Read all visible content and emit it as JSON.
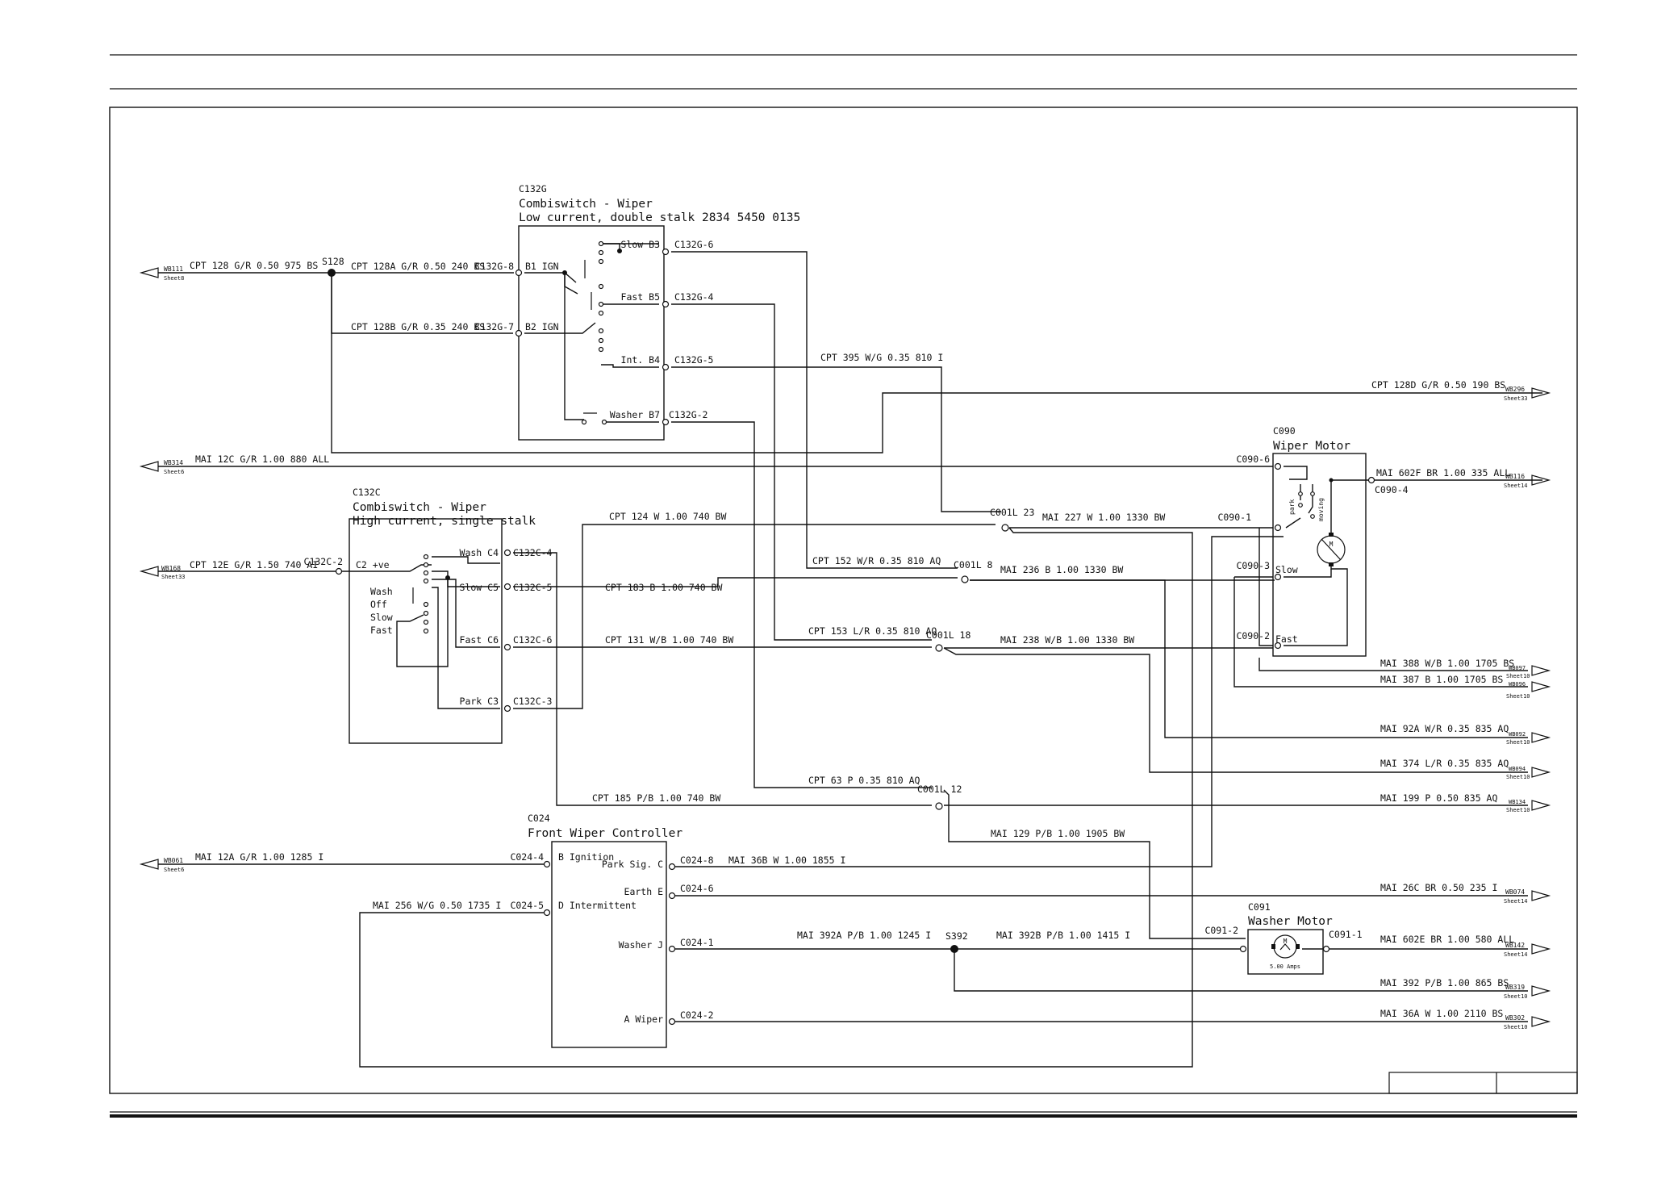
{
  "colors": {
    "ink": "#111111",
    "background": "#ffffff"
  },
  "components": {
    "c132g": {
      "id": "C132G",
      "title": "Combiswitch - Wiper",
      "subtitle": "Low current, double stalk 2834 5450 0135",
      "left_pins": [
        "B1 IGN",
        "B2 IGN"
      ],
      "right_pins": [
        "Slow B3",
        "Fast B5",
        "Int. B4",
        "Washer B7"
      ]
    },
    "c132c": {
      "id": "C132C",
      "title": "Combiswitch - Wiper",
      "subtitle": "High current, single stalk",
      "left_pin": "C2 +ve",
      "right_pins": [
        "Wash C4",
        "Slow C5",
        "Fast C6",
        "Park C3"
      ],
      "positions": [
        "Wash",
        "Off",
        "Slow",
        "Fast"
      ]
    },
    "c024": {
      "id": "C024",
      "title": "Front Wiper Controller",
      "left_pins": [
        "B Ignition",
        "D Intermittent"
      ],
      "right_pins": [
        "Park Sig. C",
        "Earth E",
        "Washer J",
        "A Wiper"
      ]
    },
    "c090": {
      "id": "C090",
      "title": "Wiper Motor",
      "pins": [
        "Slow",
        "Fast"
      ],
      "switches": [
        "park",
        "moving"
      ],
      "motor": "M"
    },
    "c091": {
      "id": "C091",
      "title": "Washer Motor",
      "motor": "M",
      "rating": "5.00 Amps"
    }
  },
  "connectors": {
    "c132g_8": "C132G-8",
    "c132g_7": "C132G-7",
    "c132g_6": "C132G-6",
    "c132g_4": "C132G-4",
    "c132g_5": "C132G-5",
    "c132g_2": "C132G-2",
    "c132c_2": "C132C-2",
    "c132c_4": "C132C-4",
    "c132c_5": "C132C-5",
    "c132c_6": "C132C-6",
    "c132c_3": "C132C-3",
    "c090_6": "C090-6",
    "c090_4": "C090-4",
    "c090_1": "C090-1",
    "c090_3": "C090-3",
    "c090_2": "C090-2",
    "c024_4": "C024-4",
    "c024_5": "C024-5",
    "c024_8": "C024-8",
    "c024_6": "C024-6",
    "c024_1": "C024-1",
    "c024_2": "C024-2",
    "c091_2": "C091-2",
    "c091_1": "C091-1",
    "c001l_23": "C001L 23",
    "c001l_8": "C001L 8",
    "c001l_18": "C001L 18",
    "c001l_12": "C001L 12"
  },
  "splices": {
    "s128": "S128",
    "s392": "S392"
  },
  "wires": {
    "w128": "CPT 128 G/R 0.50 975 BS",
    "w128a": "CPT 128A G/R 0.50 240 BS",
    "w128b": "CPT 128B G/R 0.35 240 BS",
    "w395": "CPT 395 W/G 0.35 810 I",
    "w128d": "CPT 128D G/R 0.50 190 BS",
    "w12c": "MAI 12C G/R 1.00 880 ALL",
    "w602f": "MAI 602F BR 1.00 335 ALL",
    "w124": "CPT 124 W 1.00 740 BW",
    "w227": "MAI 227 W 1.00 1330 BW",
    "w12e": "CPT 12E G/R 1.50 740 AI",
    "w152": "CPT 152 W/R 0.35 810 AQ",
    "w236": "MAI 236 B 1.00 1330 BW",
    "w183": "CPT 183 B 1.00 740 BW",
    "w153": "CPT 153 L/R 0.35 810 AQ",
    "w131": "CPT 131 W/B 1.00 740 BW",
    "w238": "MAI 238 W/B 1.00 1330 BW",
    "w388": "MAI 388 W/B 1.00 1705 BS",
    "w387": "MAI 387 B 1.00 1705 BS",
    "w92a": "MAI 92A W/R 0.35 835 AQ",
    "w374": "MAI 374 L/R 0.35 835 AQ",
    "w63": "CPT 63 P 0.35 810 AQ",
    "w185": "CPT 185 P/B 1.00 740 BW",
    "w199": "MAI 199 P 0.50 835 AQ",
    "w129": "MAI 129 P/B 1.00 1905 BW",
    "w12a": "MAI 12A G/R 1.00 1285 I",
    "w36b": "MAI 36B W 1.00 1855 I",
    "w26c": "MAI 26C BR 0.50 235 I",
    "w256": "MAI 256 W/G 0.50 1735 I",
    "w392a": "MAI 392A P/B 1.00 1245 I",
    "w392b": "MAI 392B P/B 1.00 1415 I",
    "w602e": "MAI 602E BR 1.00 580 ALL",
    "w392": "MAI 392 P/B 1.00 865 BS",
    "w36a": "MAI 36A W 1.00 2110 BS"
  },
  "offsheet": {
    "wb111": {
      "code": "WB111",
      "sheet": "Sheet8"
    },
    "wb314": {
      "code": "WB314",
      "sheet": "Sheet6"
    },
    "wb168": {
      "code": "WB168",
      "sheet": "Sheet33"
    },
    "wb061": {
      "code": "WB061",
      "sheet": "Sheet6"
    },
    "wb296": {
      "code": "WB296",
      "sheet": "Sheet33"
    },
    "wb116": {
      "code": "WB116",
      "sheet": "Sheet14"
    },
    "wb097": {
      "code": "WB097",
      "sheet": "Sheet10"
    },
    "wb096": {
      "code": "WB096",
      "sheet": "Sheet10"
    },
    "wb092": {
      "code": "WB092",
      "sheet": "Sheet10"
    },
    "wb094": {
      "code": "WB094",
      "sheet": "Sheet10"
    },
    "wb134": {
      "code": "WB134",
      "sheet": "Sheet10"
    },
    "wb074": {
      "code": "WB074",
      "sheet": "Sheet14"
    },
    "wb142": {
      "code": "WB142",
      "sheet": "Sheet14"
    },
    "wb319": {
      "code": "WB319",
      "sheet": "Sheet10"
    },
    "wb302": {
      "code": "WB302",
      "sheet": "Sheet10"
    }
  }
}
